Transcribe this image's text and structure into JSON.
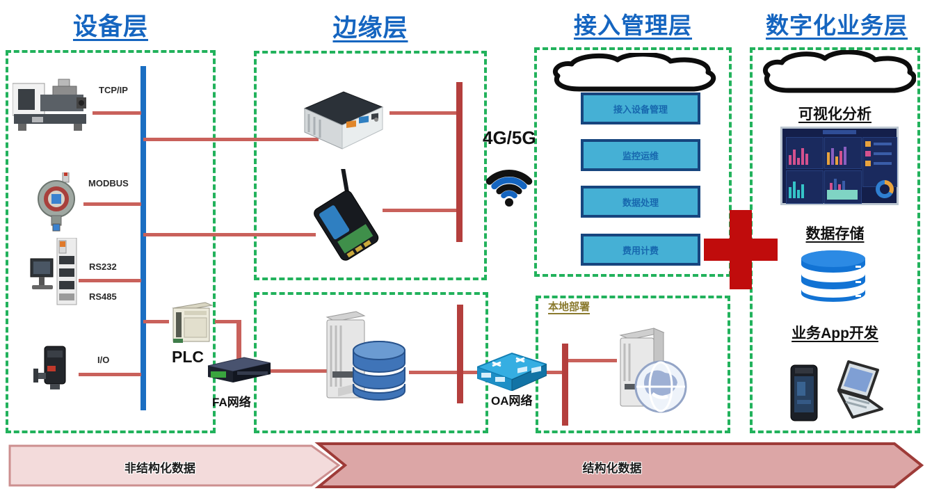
{
  "titles": {
    "device": "设备层",
    "edge": "边缘层",
    "access": "接入管理层",
    "digital": "数字化业务层"
  },
  "device_layer": {
    "tcpip": "TCP/IP",
    "modbus": "MODBUS",
    "rs232": "RS232",
    "rs485": "RS485",
    "io": "I/O",
    "plc": "PLC",
    "fa_network": "FA网络"
  },
  "edge_layer": {
    "wireless": "4G/5G",
    "oa_network": "OA网络"
  },
  "access_layer": {
    "modules": [
      "接入设备管理",
      "监控运维",
      "数据处理",
      "费用计费"
    ],
    "local_deploy": "本地部署"
  },
  "digital_layer": {
    "visual_analysis": "可视化分析",
    "data_storage": "数据存储",
    "app_dev": "业务App开发"
  },
  "flow": {
    "unstructured": "非结构化数据",
    "structured": "结构化数据"
  },
  "colors": {
    "layer_border": "#22b25c",
    "title_blue": "#1565c0",
    "bus_blue": "#1b6ec2",
    "line_red": "#c9615b",
    "bar_red": "#b43f3d",
    "module_fill": "#45b0d5",
    "module_border": "#17457e",
    "module_text": "#1767ae",
    "plus_red": "#c00c0c",
    "local_label": "#8a7a2e",
    "unstructured_fill": "#f3dbdb",
    "structured_fill": "#dca6a6"
  }
}
